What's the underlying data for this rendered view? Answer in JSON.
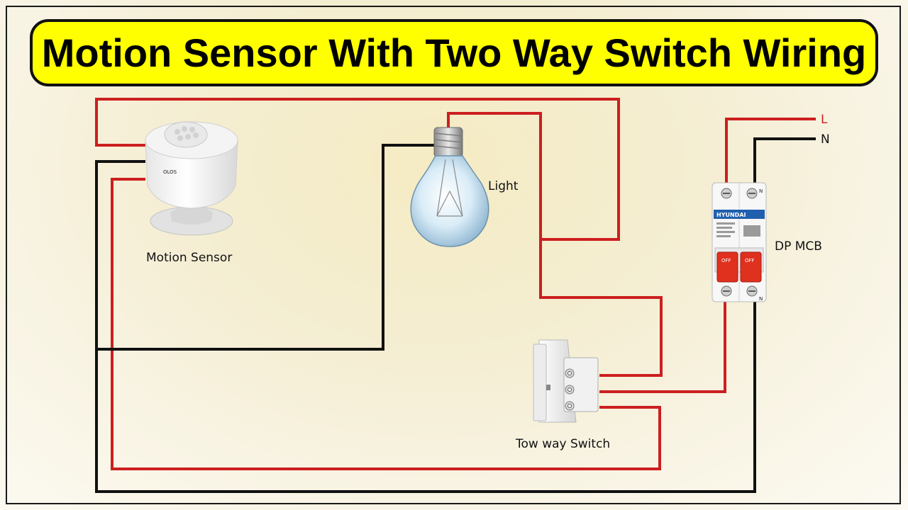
{
  "title": "Motion Sensor With Two Way Switch Wiring",
  "labels": {
    "motion_sensor": "Motion Sensor",
    "light": "Light",
    "switch": "Tow way Switch",
    "mcb": "DP MCB",
    "line": "L",
    "neutral": "N"
  },
  "device_text": {
    "sensor_brand": "OLOS",
    "mcb_brand": "HYUNDAI",
    "mcb_off": "OFF",
    "mcb_n": "N"
  },
  "colors": {
    "phase_wire": "#cc1f1f",
    "neutral_wire": "#111111",
    "title_bg": "#ffff00"
  }
}
